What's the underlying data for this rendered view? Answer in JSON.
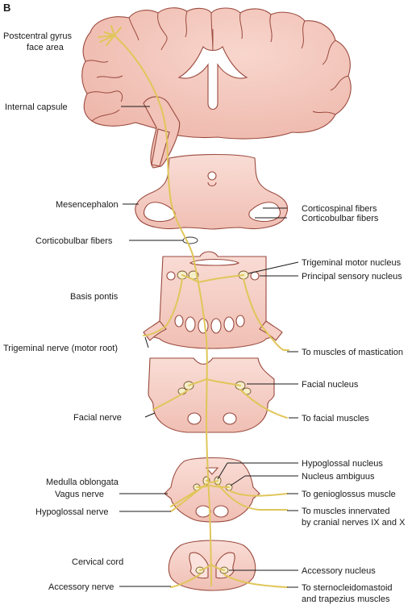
{
  "panel_letter": "B",
  "colors": {
    "tissue": "#f6cfc6",
    "tissue_outline": "#9a4a3e",
    "tract": "#e0c65a",
    "nucleus_fill": "#f5eecb"
  },
  "labels": {
    "postcentral_gyrus_line1": "Postcentral gyrus",
    "postcentral_gyrus_line2": "face area",
    "internal_capsule": "Internal capsule",
    "mesencephalon": "Mesencephalon",
    "corticospinal_fibers": "Corticospinal fibers",
    "corticobulbar_fibers_right": "Corticobulbar fibers",
    "corticobulbar_fibers_left": "Corticobulbar fibers",
    "trigeminal_motor_nucleus": "Trigeminal motor nucleus",
    "principal_sensory_nucleus": "Principal sensory nucleus",
    "basis_pontis": "Basis pontis",
    "trigeminal_nerve": "Trigeminal nerve (motor root)",
    "to_muscles_of_mastication": "To muscles of mastication",
    "facial_nucleus": "Facial nucleus",
    "facial_nerve": "Facial nerve",
    "to_facial_muscles": "To facial muscles",
    "hypoglossal_nucleus": "Hypoglossal nucleus",
    "medulla_oblongata": "Medulla oblongata",
    "nucleus_ambiguus": "Nucleus ambiguus",
    "vagus_nerve": "Vagus nerve",
    "to_genioglossus": "To genioglossus muscle",
    "hypoglossal_nerve": "Hypoglossal nerve",
    "to_muscles_ix_x_line1": "To muscles innervated",
    "to_muscles_ix_x_line2": "by cranial nerves IX and X",
    "cervical_cord": "Cervical cord",
    "accessory_nucleus": "Accessory nucleus",
    "accessory_nerve": "Accessory nerve",
    "to_sternocleidomastoid_line1": "To sternocleidomastoid",
    "to_sternocleidomastoid_line2": "and trapezius muscles"
  }
}
